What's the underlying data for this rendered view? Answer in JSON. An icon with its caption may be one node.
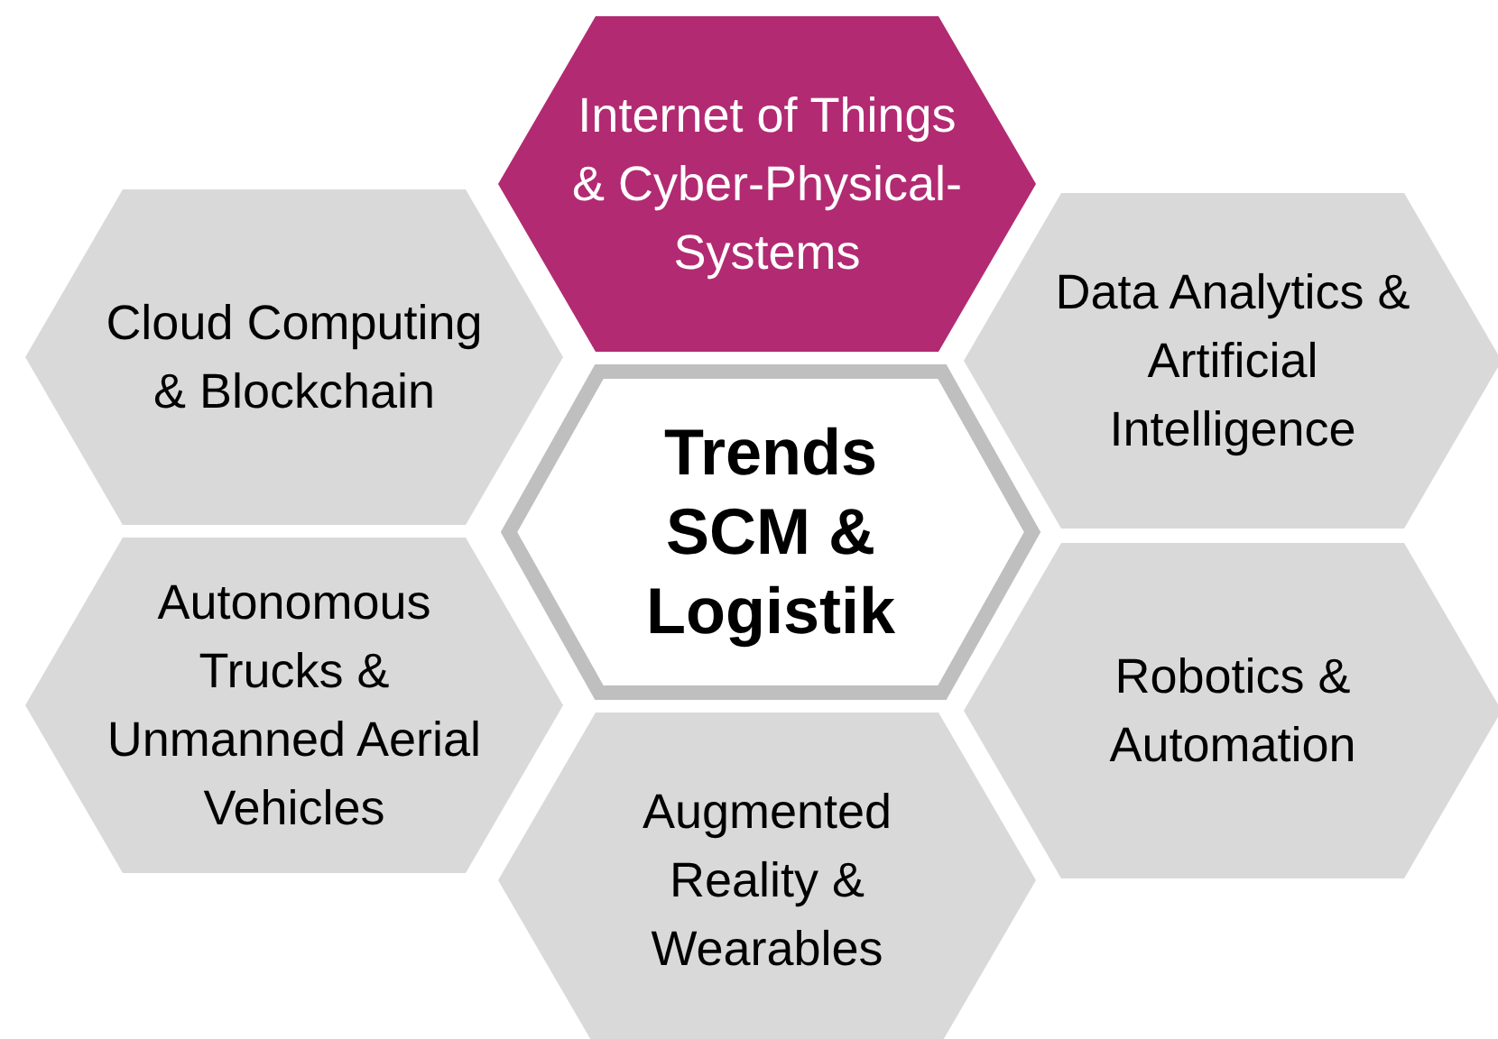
{
  "diagram": {
    "nodes": [
      {
        "text": [
          "Internet of Things & Cyber-Physical-Systems"
        ]
      },
      {
        "text": [
          "Cloud Computing & Blockchain"
        ]
      },
      {
        "text": [
          "Data Analytics & Artificial Intelligence"
        ]
      },
      {
        "text": [
          "Trends SCM & Logistik"
        ]
      },
      {
        "text": [
          "Autonomous Trucks & Unmanned Aerial Vehicles"
        ]
      },
      {
        "text": [
          "Robotics & Automation"
        ]
      },
      {
        "text": [
          "Augmented Reality & Wearables"
        ]
      }
    ],
    "edges": []
  }
}
